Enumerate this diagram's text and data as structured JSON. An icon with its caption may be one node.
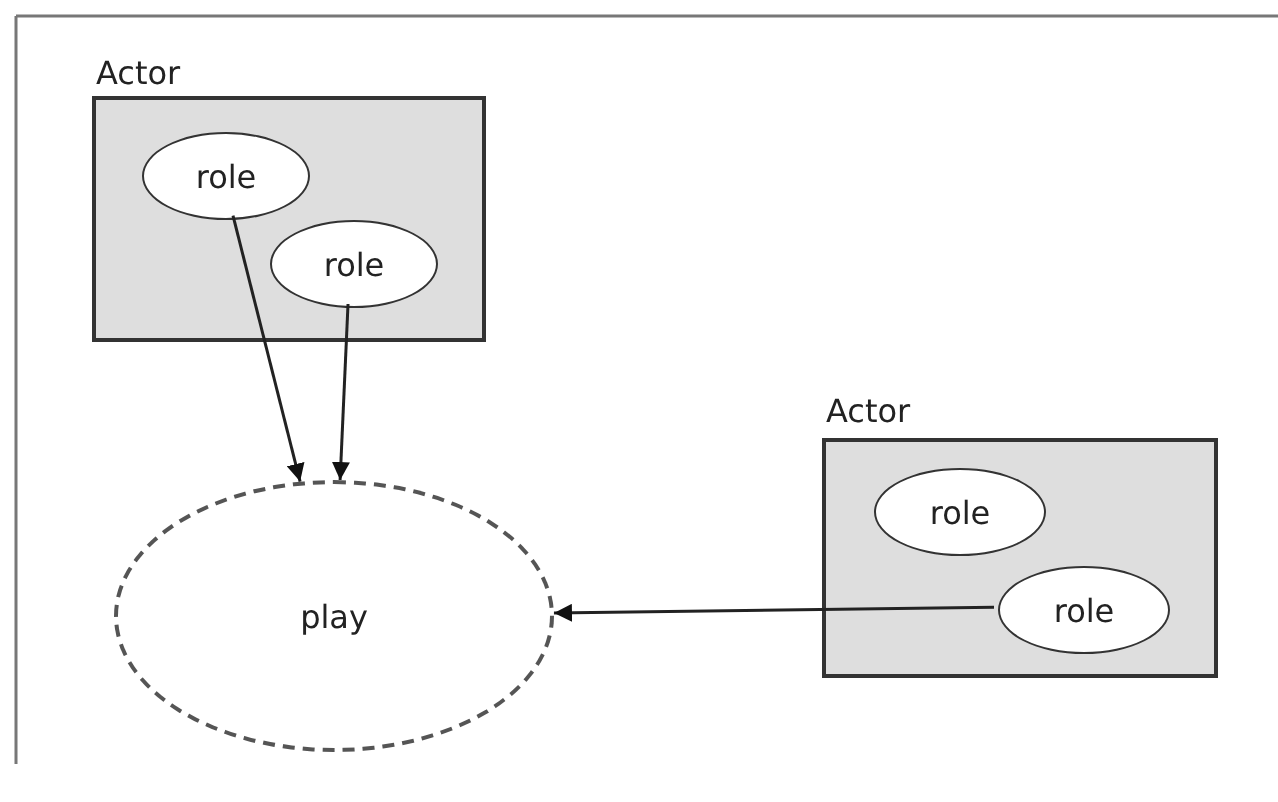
{
  "diagram": {
    "nodes": [
      {
        "text": [
          "Actor"
        ]
      },
      {
        "text": [
          "role"
        ],
        "in": 0
      },
      {
        "text": [
          "role"
        ],
        "in": 0
      },
      {
        "text": [
          "Actor"
        ]
      },
      {
        "text": [
          "role"
        ],
        "in": 3
      },
      {
        "text": [
          "role"
        ],
        "in": 3
      },
      {
        "text": [
          "play"
        ]
      }
    ],
    "edges": [
      {
        "from": 1,
        "to": 6,
        "arrow": "to"
      },
      {
        "from": 2,
        "to": 6,
        "arrow": "to"
      },
      {
        "from": 5,
        "to": 6,
        "arrow": "to"
      }
    ]
  }
}
